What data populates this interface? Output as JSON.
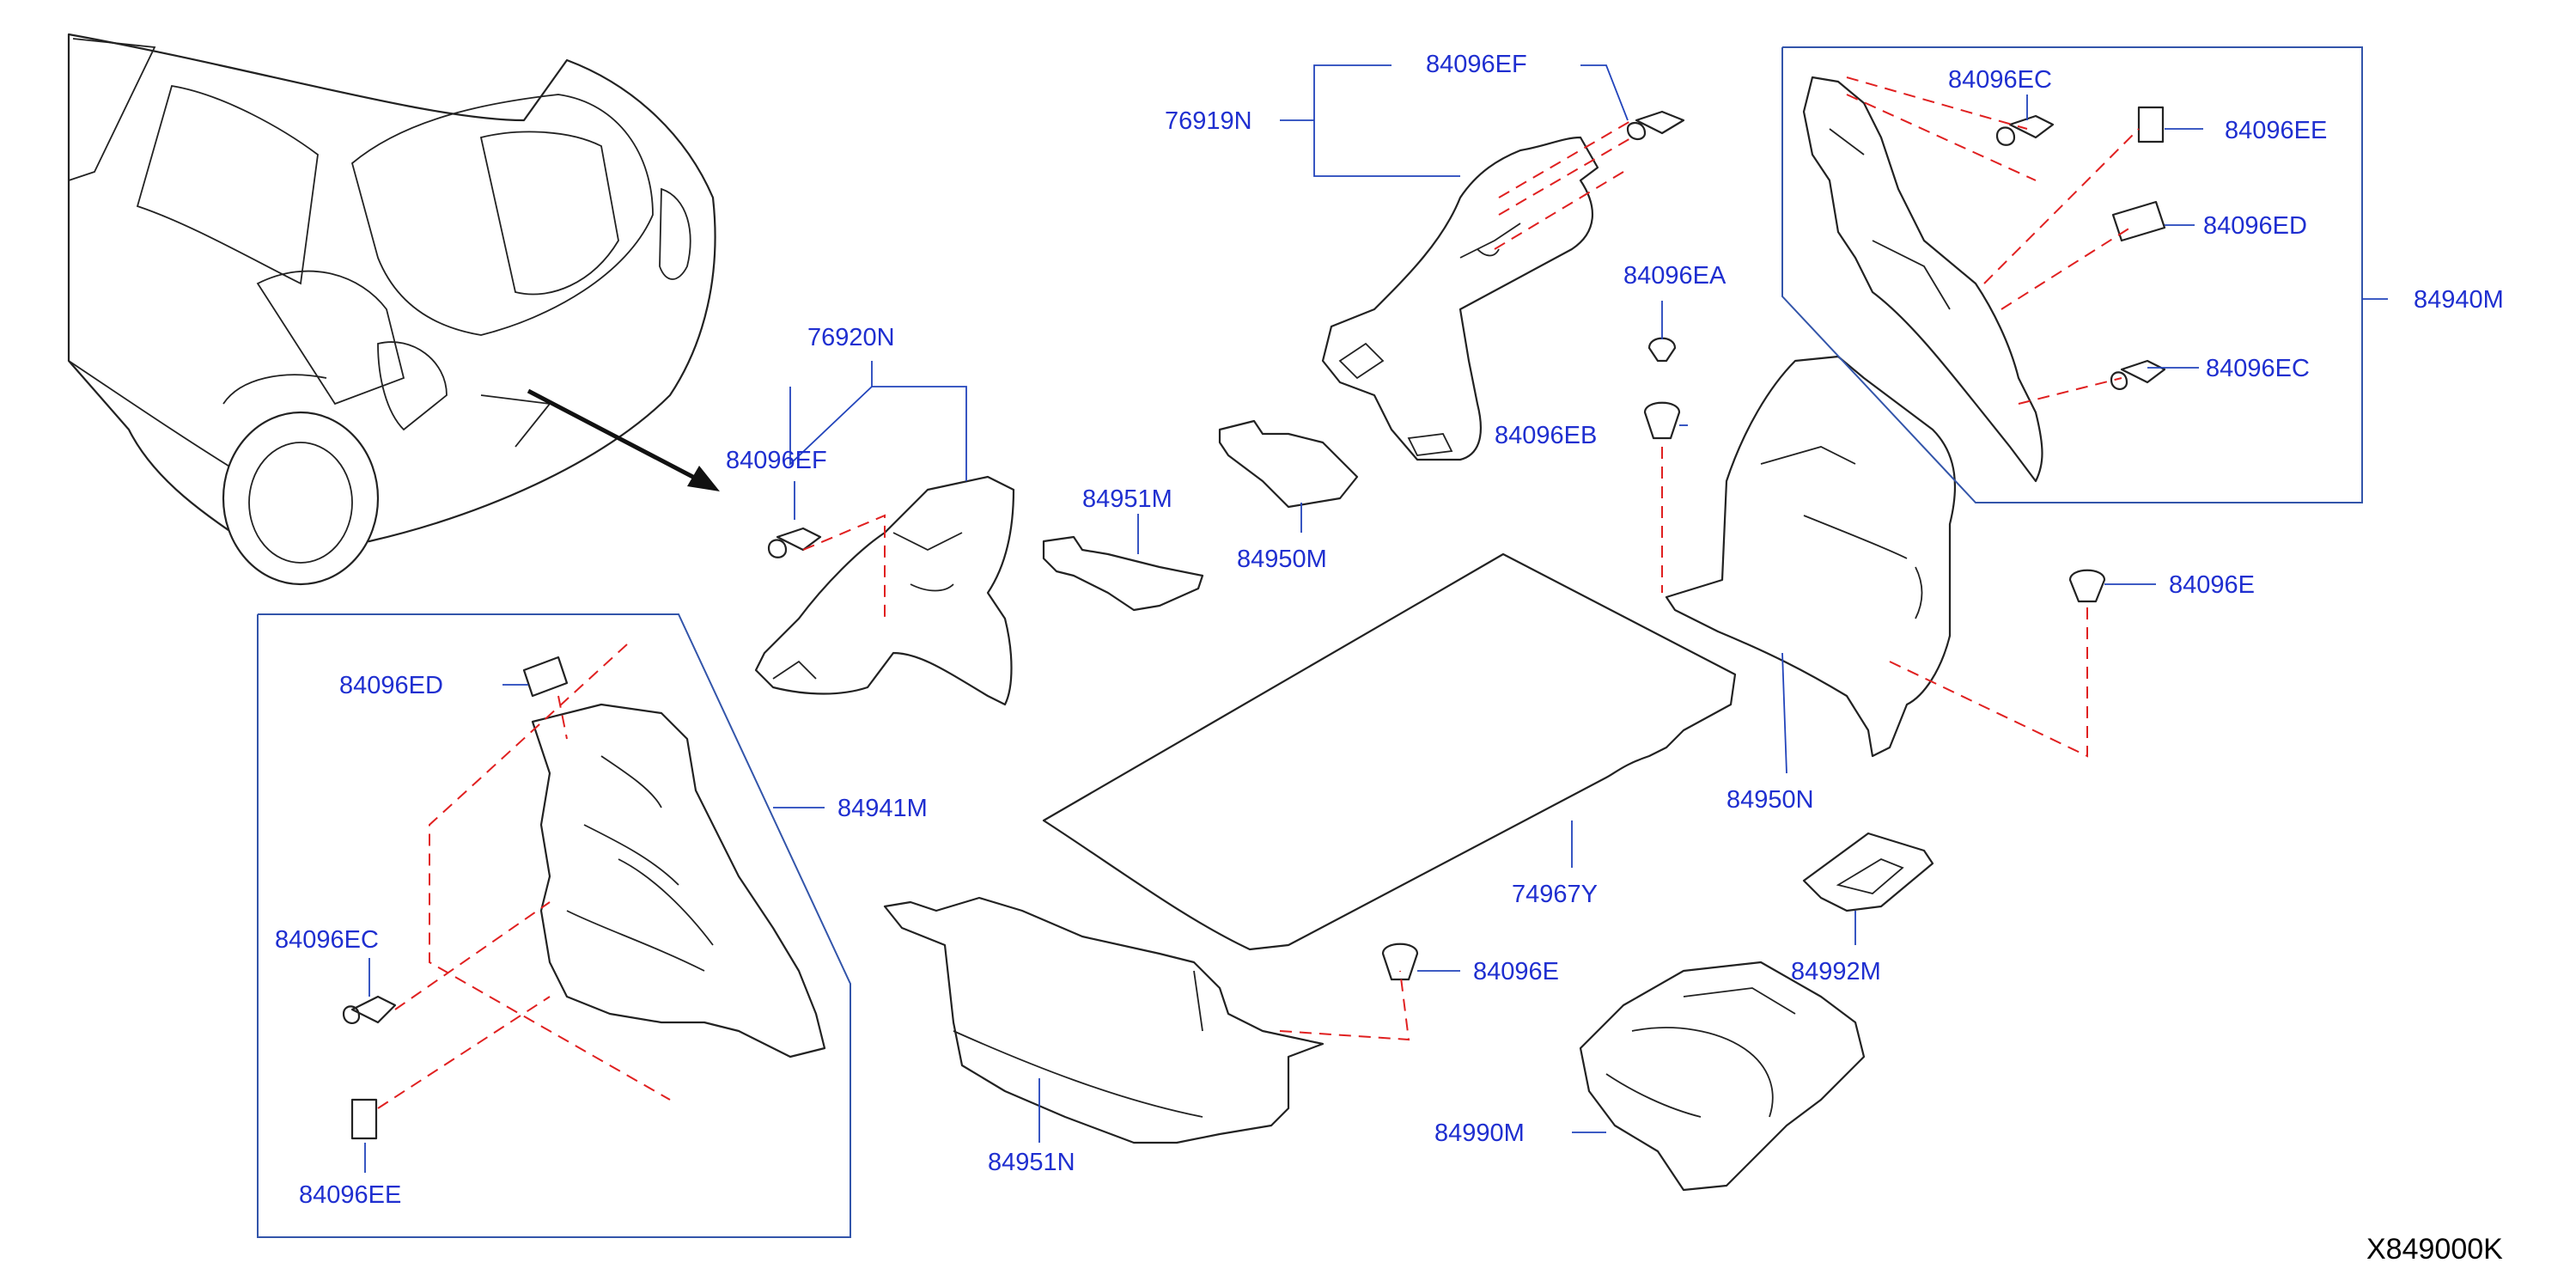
{
  "diagram": {
    "labels": {
      "l_84096EF_top": "84096EF",
      "l_76919N": "76919N",
      "l_84096EC_tr": "84096EC",
      "l_84096EE_tr": "84096EE",
      "l_84096ED_tr": "84096ED",
      "l_84940M": "84940M",
      "l_84096EC_r2": "84096EC",
      "l_84096EA": "84096EA",
      "l_84096EB": "84096EB",
      "l_76920N": "76920N",
      "l_84096EF_left": "84096EF",
      "l_84951M": "84951M",
      "l_84950M": "84950M",
      "l_84096E_right": "84096E",
      "l_84096ED_left": "84096ED",
      "l_84941M": "84941M",
      "l_84950N": "84950N",
      "l_74967Y": "74967Y",
      "l_84992M": "84992M",
      "l_84096EC_left": "84096EC",
      "l_84096E_mid": "84096E",
      "l_84990M": "84990M",
      "l_84951N": "84951N",
      "l_84096EE_left": "84096EE"
    },
    "drawing_code": "X849000K",
    "colors": {
      "label": "#1f2fd0",
      "leader": "#2244bb",
      "dashed_guide": "#e02020",
      "outline": "#222222"
    }
  }
}
